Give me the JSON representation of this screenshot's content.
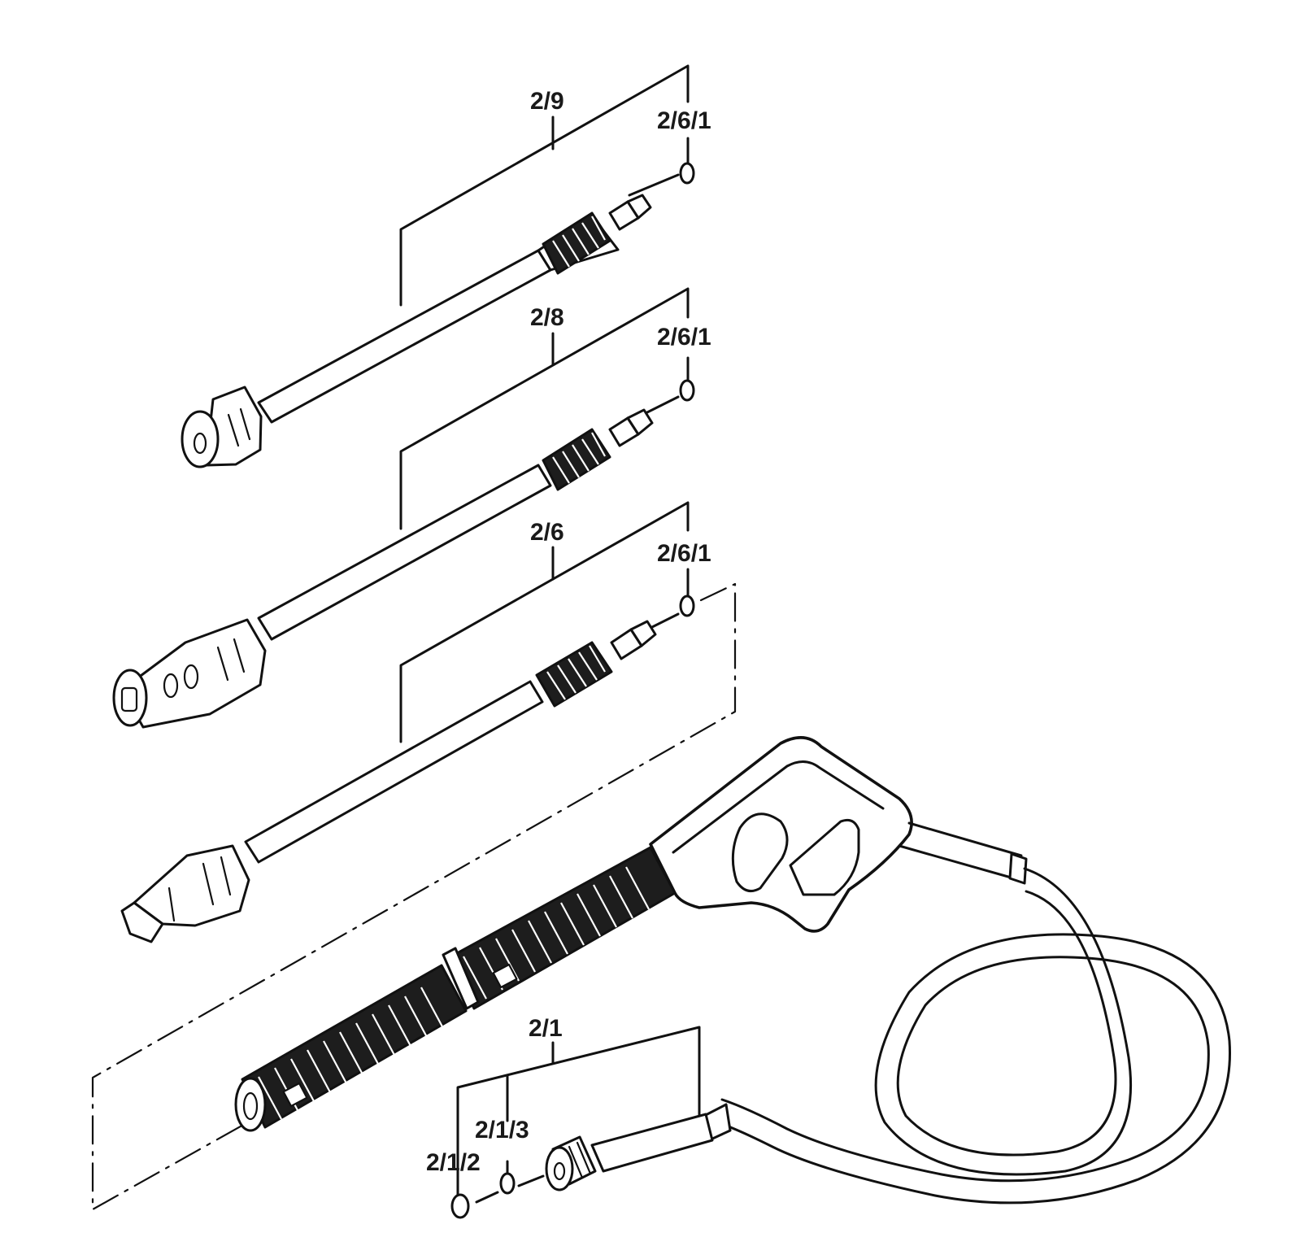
{
  "colors": {
    "ink": "#111111",
    "background": "#ffffff"
  },
  "labels": {
    "lance_2_9": "2/9",
    "lance_2_8": "2/8",
    "lance_2_6": "2/6",
    "seal_top": "2/6/1",
    "seal_mid": "2/6/1",
    "seal_low": "2/6/1",
    "hose_2_1": "2/1",
    "ring_2_1_3": "2/1/3",
    "ring_2_1_2": "2/1/2"
  }
}
